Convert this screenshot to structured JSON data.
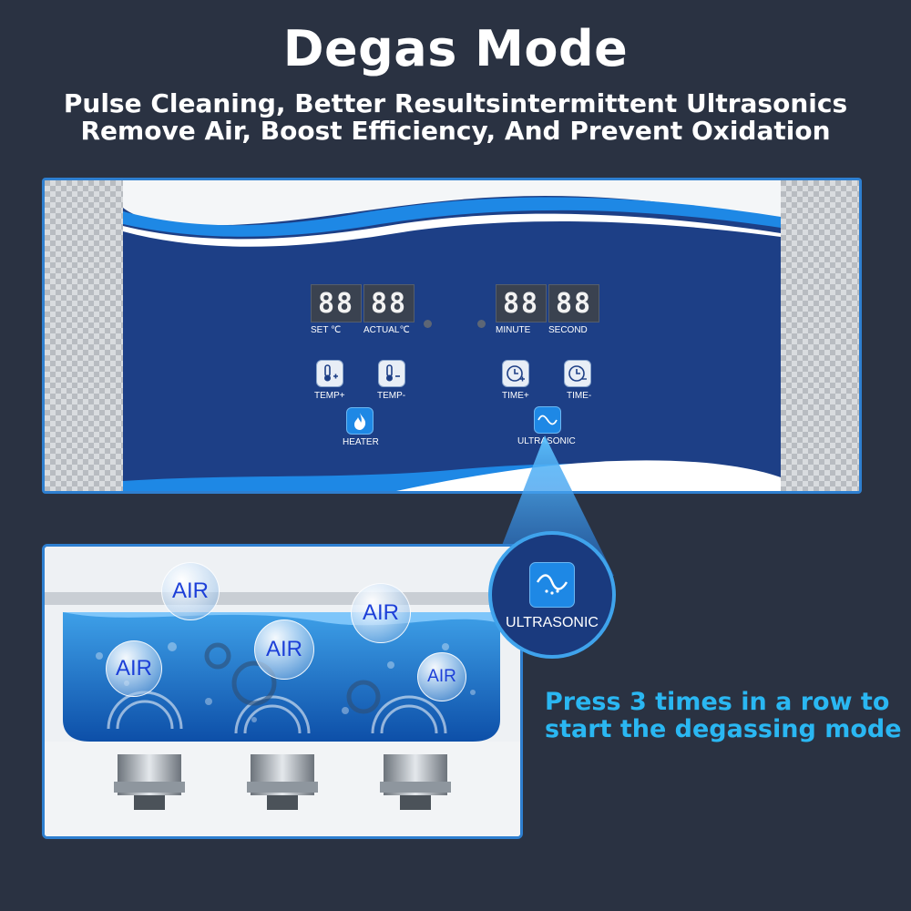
{
  "header": {
    "title": "Degas Mode",
    "subtitle_line1": "Pulse Cleaning, Better Resultsintermittent Ultrasonics",
    "subtitle_line2": "Remove Air, Boost Efficiency, And Prevent Oxidation"
  },
  "panel": {
    "displays": {
      "set_temp": "88",
      "actual_temp": "88",
      "minute": "88",
      "second": "88"
    },
    "labels": {
      "set_temp": "SET ℃",
      "actual_temp": "ACTUAL℃",
      "minute": "MINUTE",
      "second": "SECOND"
    },
    "buttons": {
      "temp_plus": "TEMP+",
      "temp_minus": "TEMP-",
      "time_plus": "TIME+",
      "time_minus": "TIME-",
      "heater": "HEATER",
      "ultrasonic": "ULTRASONIC"
    }
  },
  "tank": {
    "bubbles": [
      "AIR",
      "AIR",
      "AIR",
      "AIR",
      "AIR"
    ]
  },
  "callout": {
    "ultrasonic_label": "ULTRASONIC",
    "instruction_line1": "Press 3 times in a row to",
    "instruction_line2": "start the degassing mode"
  },
  "colors": {
    "background": "#2a3242",
    "panel_face": "#1d3f86",
    "accent_blue": "#2e7fd0",
    "instruction_text": "#2ab7f2",
    "bubble_text": "#1c3fd8"
  },
  "icons": {
    "temp_plus": "thermometer-plus-icon",
    "temp_minus": "thermometer-minus-icon",
    "time_plus": "clock-plus-icon",
    "time_minus": "clock-minus-icon",
    "heater": "flame-icon",
    "ultrasonic": "sine-wave-icon"
  }
}
